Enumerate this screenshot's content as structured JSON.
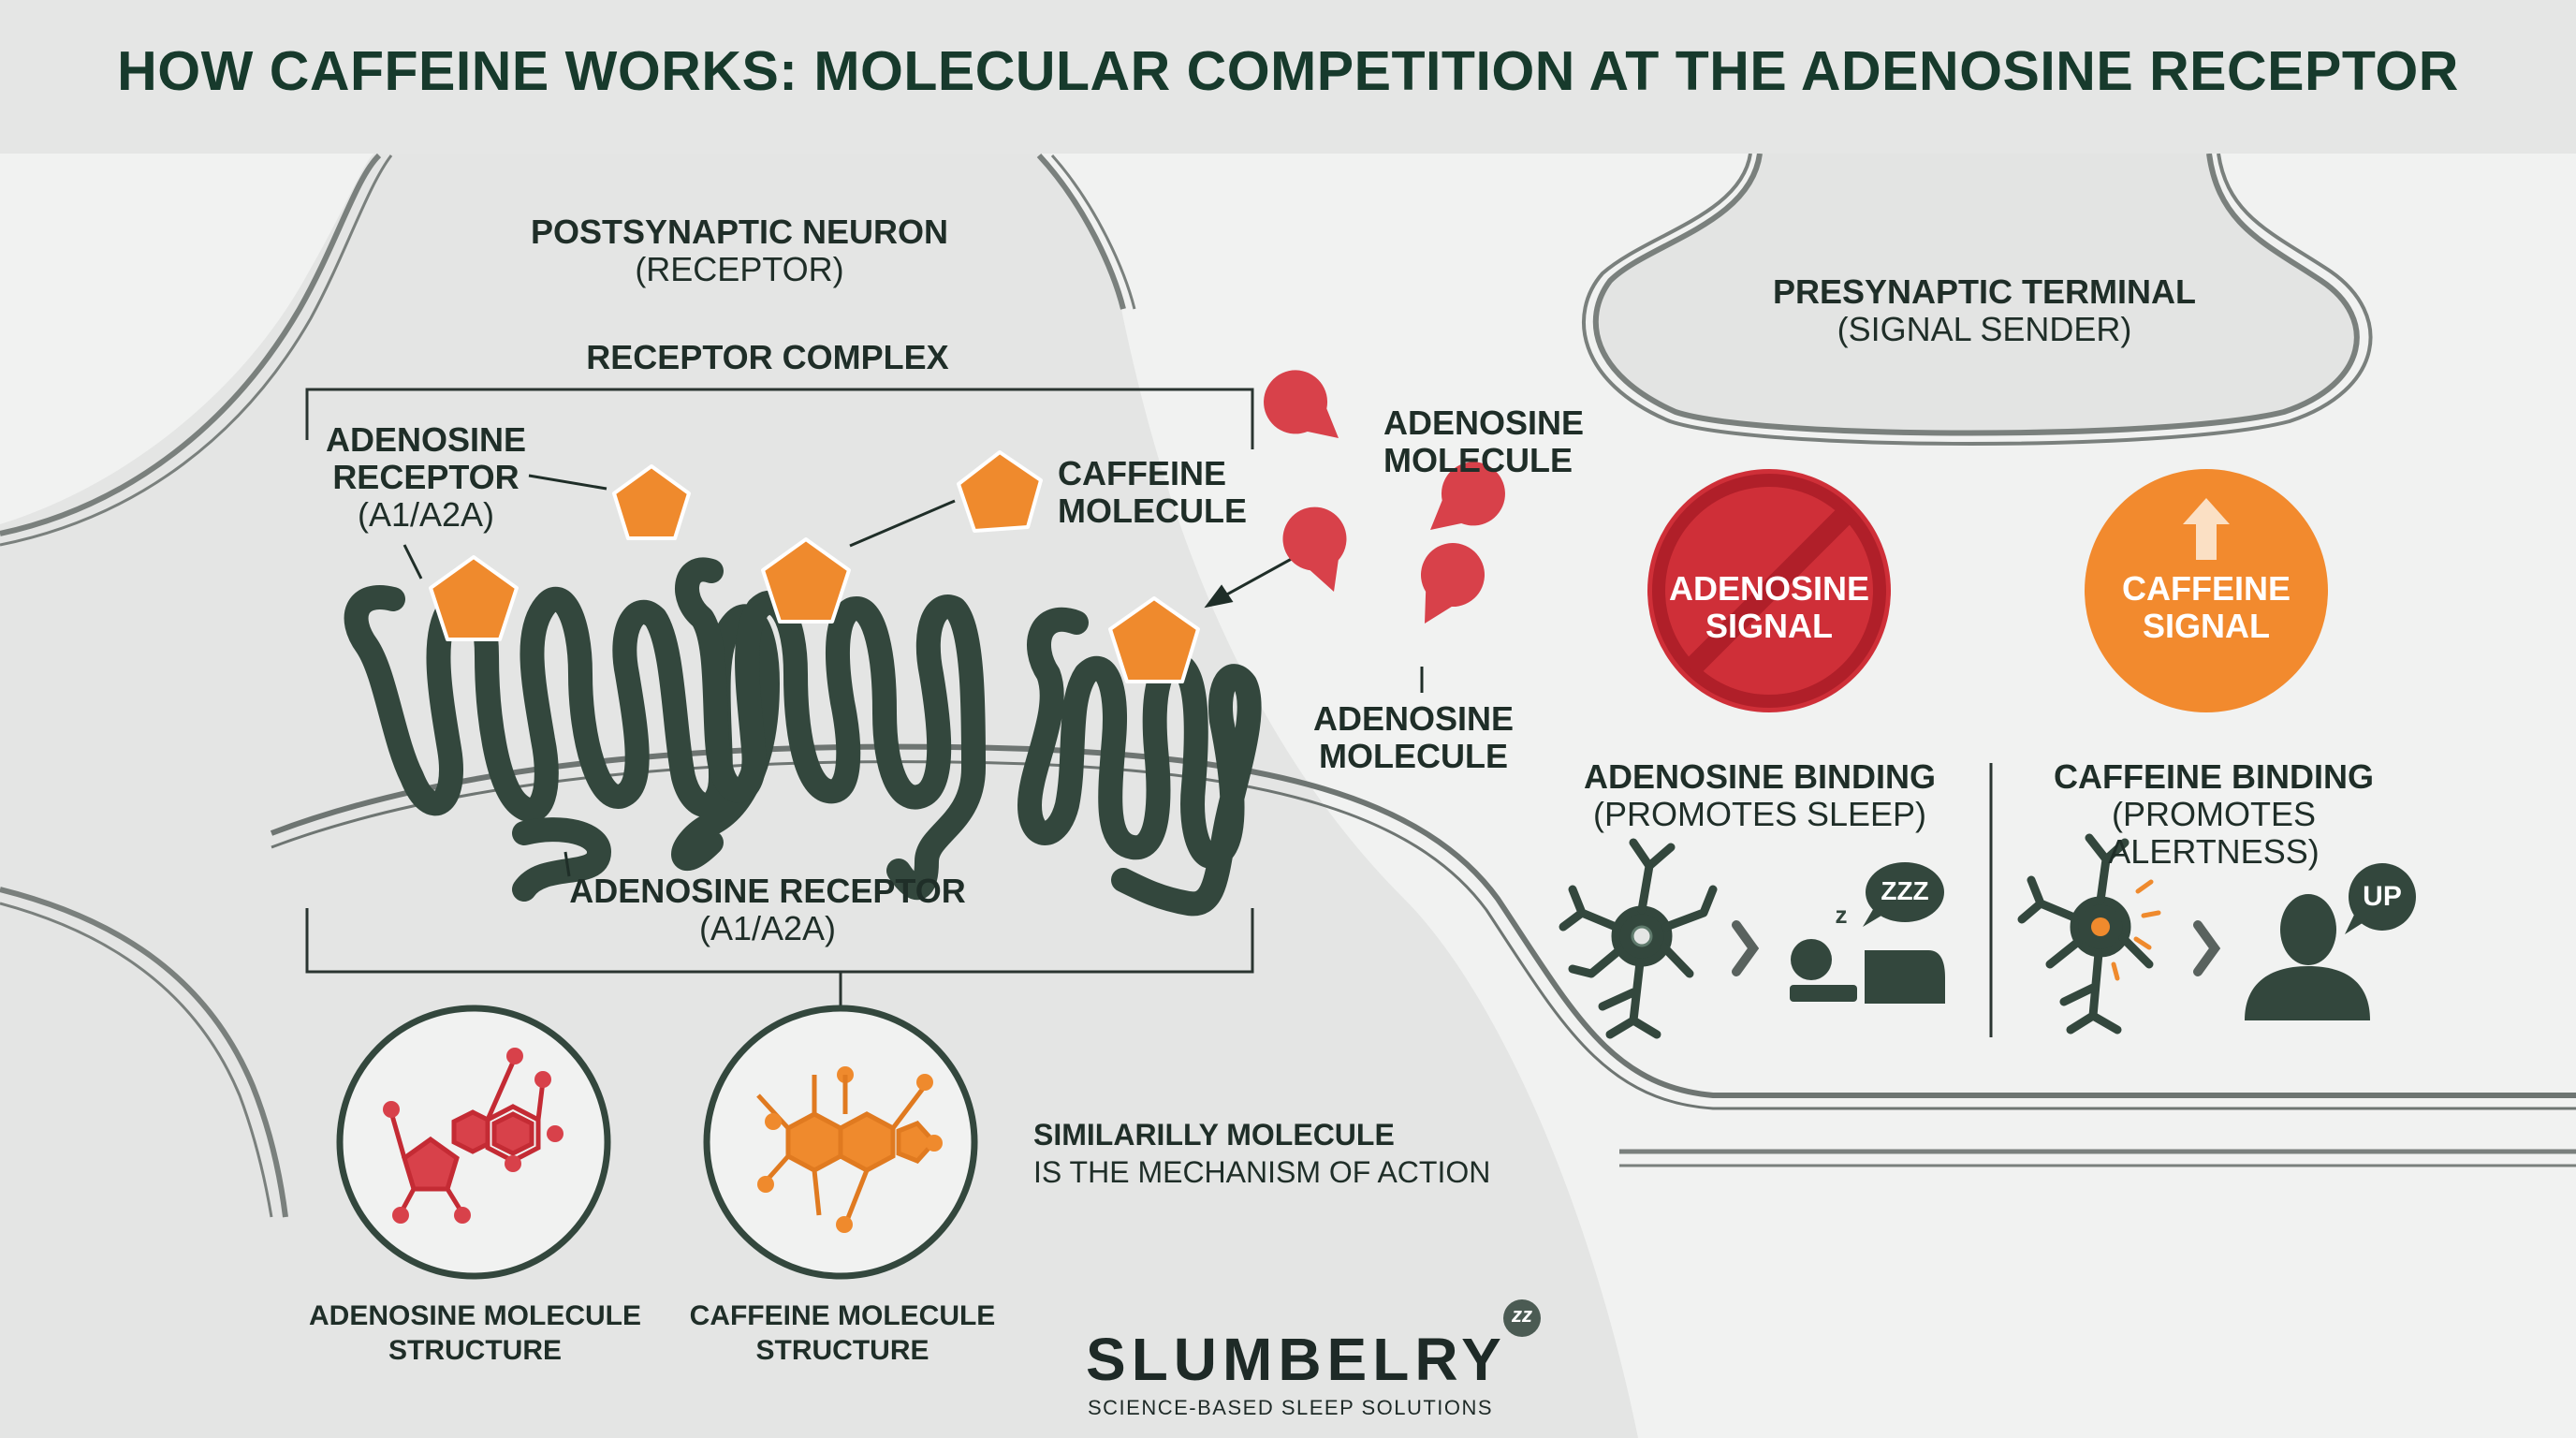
{
  "title": "HOW CAFFEINE WORKS: MOLECULAR COMPETITION AT THE ADENOSINE RECEPTOR",
  "postsynaptic": {
    "title": "POSTSYNAPTIC NEURON",
    "subtitle": "(RECEPTOR)"
  },
  "presynaptic": {
    "title": "PRESYNAPTIC TERMINAL",
    "subtitle": "(SIGNAL SENDER)"
  },
  "receptor_complex": "RECEPTOR COMPLEX",
  "labels": {
    "adenosine_receptor_top": [
      "ADENOSINE",
      "RECEPTOR",
      "(A1/A2A)"
    ],
    "caffeine_molecule": [
      "CAFFEINE",
      "MOLECULE"
    ],
    "adenosine_molecule_top": [
      "ADENOSINE",
      "MOLECULE"
    ],
    "adenosine_molecule_bottom": [
      "ADENOSINE",
      "MOLECULE"
    ],
    "adenosine_receptor_bottom": [
      "ADENOSINE RECEPTOR",
      "(A1/A2A)"
    ]
  },
  "signals": {
    "adenosine": [
      "ADENOSINE",
      "SIGNAL"
    ],
    "caffeine": [
      "CAFFEINE",
      "SIGNAL"
    ]
  },
  "binding": {
    "adenosine": {
      "title": "ADENOSINE BINDING",
      "subtitle": "(PROMOTES SLEEP)",
      "bubble": "ZZZ",
      "sleep_z": "z"
    },
    "caffeine": {
      "title": "CAFFEINE BINDING",
      "subtitle": "(PROMOTES ALERTNESS)",
      "bubble": "UP"
    }
  },
  "structures": {
    "adenosine": [
      "ADENOSINE MOLECULE",
      "STRUCTURE"
    ],
    "caffeine": [
      "CAFFEINE MOLECULE",
      "STRUCTURE"
    ]
  },
  "similarity": [
    "SIMILARILLY MOLECULE",
    "IS THE MECHANISM OF ACTION"
  ],
  "brand": {
    "name": "SLUMBELRY",
    "tagline": "SCIENCE-BASED SLEEP SOLUTIONS",
    "mark": "zz"
  },
  "colors": {
    "background": "#f1f2f1",
    "header": "#e5e6e5",
    "title": "#173a2c",
    "receptor": "#33473d",
    "caffeine": "#ef8a2d",
    "adenosine": "#d8414a",
    "adenosine_signal": "#cf2f38",
    "caffeine_signal": "#f28a2e",
    "text": "#1f2e28"
  },
  "icons": [
    "pentagon-caffeine",
    "pacman-adenosine",
    "neuron-icon",
    "sleeping-person-icon",
    "alert-person-icon",
    "no-symbol-icon",
    "up-arrow-icon",
    "chevron-right-icon",
    "molecule-structure-icon"
  ]
}
